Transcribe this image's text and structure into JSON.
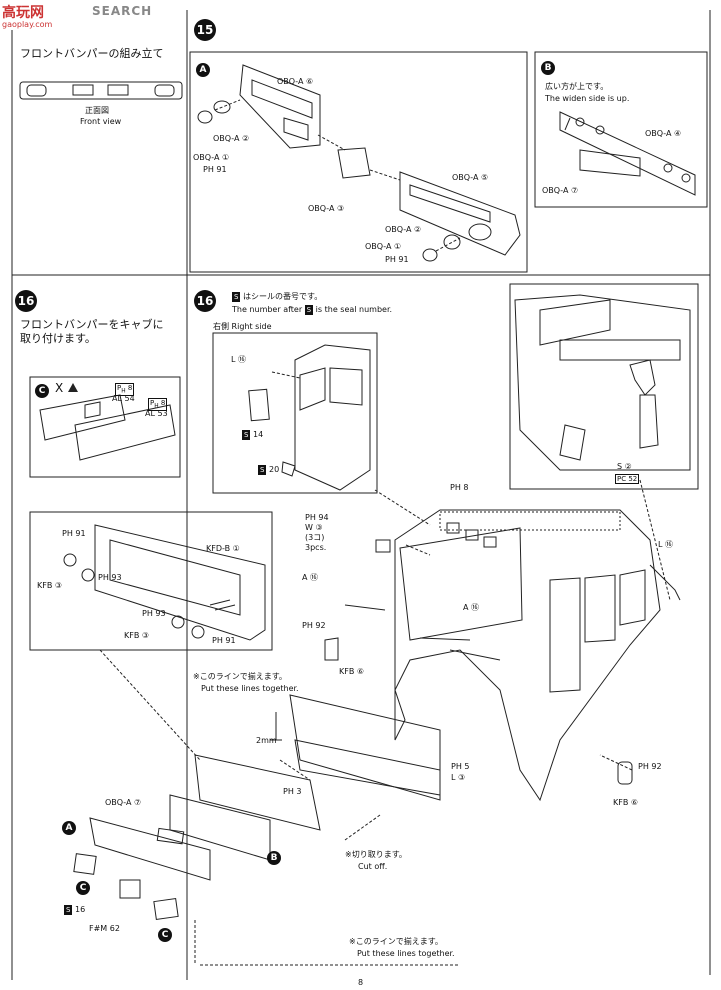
{
  "watermark": {
    "logo_text": "高玩网",
    "brand": "SEARCH",
    "url": "gaoplay.com"
  },
  "left": {
    "bumper_title": "フロントバンパーの組み立て",
    "front_view_jp": "正面図",
    "front_view_en": "Front view",
    "step16_number": "16",
    "step16_text_line1": "フロントバンパーをキャブに",
    "step16_text_line2": "取り付けます。",
    "c_callout": "C",
    "c_x_mark": "X",
    "c_parts": [
      {
        "code": "P",
        "sub": "H",
        "num": "8",
        "part": "AL",
        "part_num": "54"
      },
      {
        "code": "P",
        "sub": "H",
        "num": "8",
        "part": "AL",
        "part_num": "53"
      }
    ]
  },
  "step15": {
    "number": "15",
    "callout_a": "A",
    "callout_b": "B",
    "labels": {
      "obq6": "OBQ-A ⑥",
      "obq2_top": "OBQ-A ②",
      "obq1_top": "OBQ-A ①",
      "ph91_top": "PH 91",
      "obq3": "OBQ-A ③",
      "obq5": "OBQ-A ⑤",
      "obq2_bot": "OBQ-A ②",
      "obq1_bot": "OBQ-A ①",
      "ph91_bot": "PH 91"
    },
    "b_note_jp": "広い方が上です。",
    "b_note_en": "The widen side is up.",
    "b_obq4": "OBQ-A ④",
    "b_obq7": "OBQ-A ⑦"
  },
  "step16": {
    "number": "16",
    "seal_note_jp": "はシールの番号です。",
    "seal_note_en_pre": "The number after",
    "seal_note_en_post": "is the seal number.",
    "s_glyph": "S",
    "right_side": "右側 Right side",
    "inset_labels": {
      "l16": "L ⑯",
      "s14": "14",
      "s20": "20"
    },
    "right_inset": {
      "s2": "S ②",
      "pc": "PC",
      "pc_num": "52"
    },
    "main_labels": {
      "ph8": "PH 8",
      "ph94": "PH 94",
      "w3": "W ③",
      "w3_jp": "(3コ)",
      "pcs": "3pcs.",
      "a16_left": "A ⑯",
      "a16_mid": "A ⑯",
      "ph92_left": "PH 92",
      "kfb6_left": "KFB ⑥",
      "l16_right": "L ⑯",
      "ph92_right": "PH 92",
      "kfb6_right": "KFB ⑥"
    },
    "grille_inset": {
      "ph91_a": "PH 91",
      "ph93_a": "PH 93",
      "kfb3_a": "KFB ③",
      "kfdb1": "KFD-B ①",
      "ph93_b": "PH 93",
      "kfb3_b": "KFB ③",
      "ph91_b": "PH 91"
    },
    "line_note_jp": "※このラインで揃えます。",
    "line_note_en": "Put these lines together.",
    "mm": "2mm",
    "ph5": "PH 5",
    "l3": "L ③",
    "ph3": "PH 3",
    "obq7": "OBQ-A ⑦",
    "cutoff_jp": "※切り取ります。",
    "cutoff_en": "Cut off.",
    "s16": "16",
    "fm": "F#M 62",
    "line_note2_jp": "※このラインで揃えます。",
    "line_note2_en": "Put these lines together.",
    "callout_a": "A",
    "callout_b": "B",
    "callout_c1": "C",
    "callout_c2": "C"
  },
  "page_number": "8"
}
